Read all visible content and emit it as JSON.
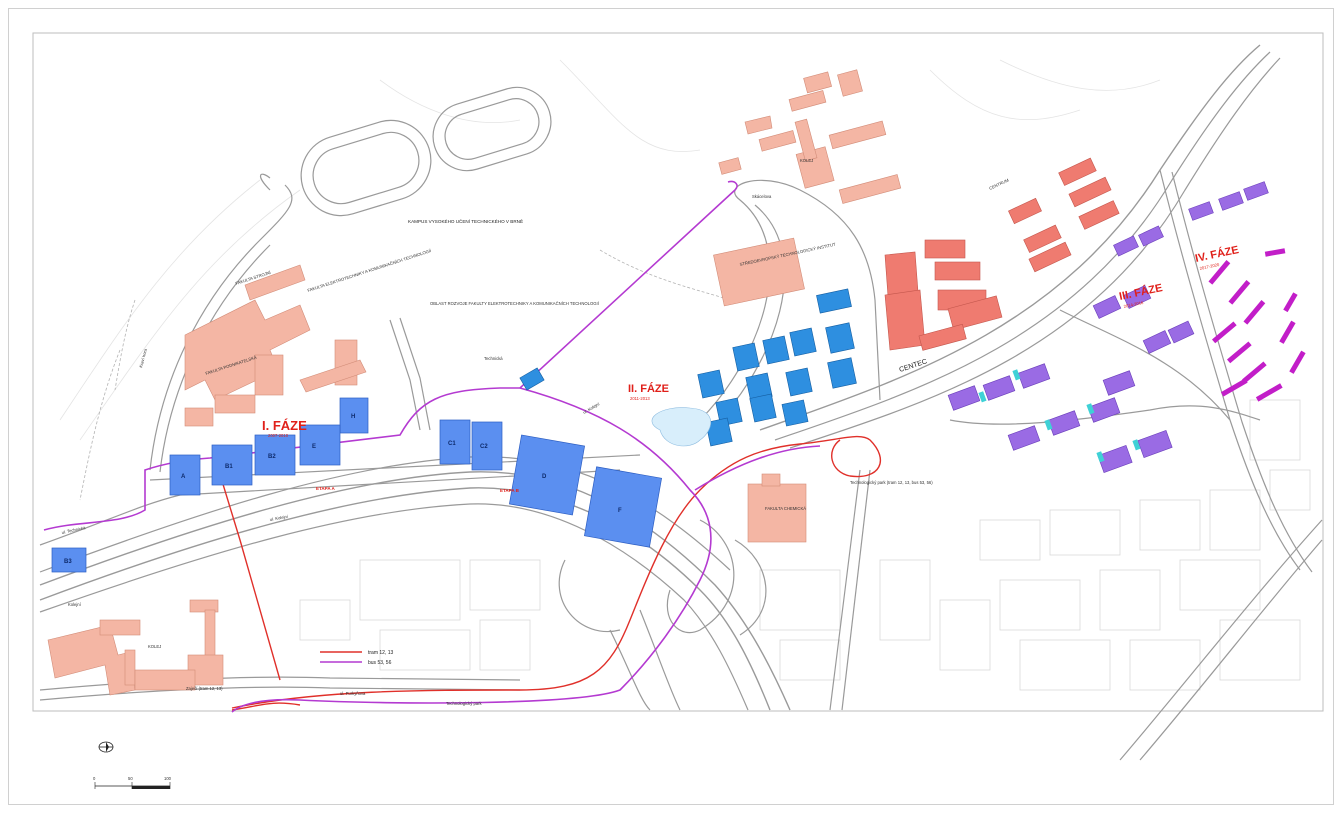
{
  "colors": {
    "road": "#9a9a9a",
    "road_fill": "#e4e4e4",
    "existing_building": "#f4b6a4",
    "phase1_building": "#5b8ff0",
    "phase2_building": "#2e8fe0",
    "phase3_building": "#9a6be4",
    "phase3_accent": "#3fd1d6",
    "phase4_building": "#c21ec8",
    "central_building": "#ef7b70",
    "tram_line": "#e0302a",
    "bus_line": "#b43ad1",
    "phase_label": "#e0201a"
  },
  "map": {
    "campus_title": "KAMPUS VYSOKÉHO UČENÍ TECHNICKÉHO V BRNĚ",
    "labels": {
      "faculty_electro": "FAKULTA ELEKTROTECHNIKY A KOMUNIKAČNÍCH TECHNOLOGIÍ",
      "faculty_electro_stage": "FAKULTA STROJNÍ",
      "faculty_machinery": "FAKULTA STROJNÍ",
      "faculty_business": "FAKULTA PODNIKATELSKÁ",
      "faculty_chemistry": "FAKULTA CHEMICKÁ",
      "faculty_it_block": "OBLAST ROZVOJE FAKULTY ELEKTROTECHNIKY A KOMUNIKAČNÍCH TECHNOLOGIÍ",
      "dorm_north": "KOLEJ",
      "dorm_south": "KOLEJ",
      "central": "CENTEC",
      "institute": "CENTRUM",
      "institute_desc": "STŘEDOEVROPSKÝ TECHNOLOGICKÝ INSTITUT",
      "tram_stop": "Technologický park (tram 12, 13, bus 53, 56)",
      "tram_stop_south": "Zaječí (tram 12, 13)",
      "tram_stop_bottom": "Technologický park",
      "bus_stop": "Skácelova",
      "street_1": "ul. Technická",
      "street_2": "ul. Kolejní",
      "street_3": "ul. Purkyňova",
      "street_4": "ul. Kolejní",
      "street_5": "Kolejní",
      "stop_label_1": "Technická",
      "left_label": "Kolejní",
      "left_label_2": "Kraví hora",
      "lower_left": "Kolejní",
      "lower_left_2": "Purkyňova"
    },
    "phases": [
      {
        "name": "I. FÁZE",
        "sub": "2007-2010"
      },
      {
        "name": "II. FÁZE",
        "sub": "2011-2013"
      },
      {
        "name": "III. FÁZE",
        "sub": "2014-2016"
      },
      {
        "name": "IV. FÁZE",
        "sub": "2017-2020"
      }
    ],
    "buildings_phase1": [
      "A",
      "B1",
      "B2",
      "B3",
      "E",
      "C1",
      "C2",
      "D",
      "H",
      "F"
    ],
    "stages": [
      "ETAPA A",
      "ETAPA B"
    ],
    "legend": {
      "tram": "tram 12, 13",
      "bus": "bus 53, 56"
    },
    "scale": {
      "ticks": [
        "0",
        "50",
        "100"
      ]
    }
  }
}
